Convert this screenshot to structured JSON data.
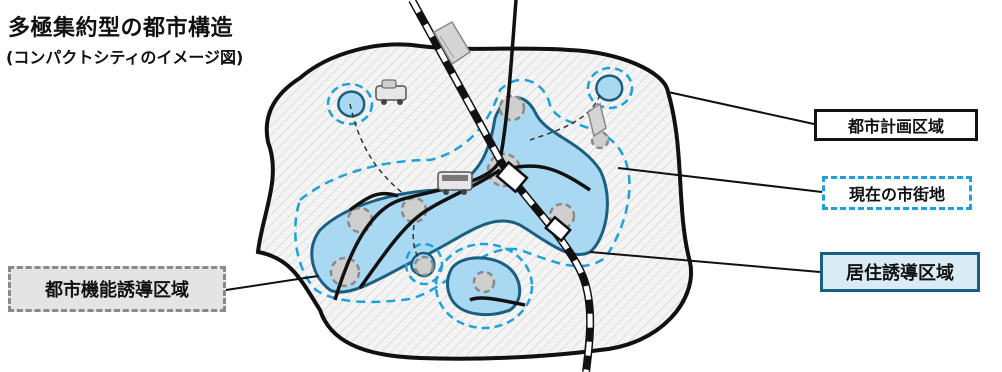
{
  "title": "多極集約型の都市構造",
  "subtitle": "(コンパクトシティのイメージ図)",
  "labels": {
    "planning_area": "都市計画区域",
    "current_urban": "現在の市街地",
    "urban_function_area": "都市機能誘導区域",
    "residential_area": "居住誘導区域"
  },
  "colors": {
    "planning_border": "#111111",
    "current_urban_border": "#1ba1dc",
    "urban_function_fill": "#e4e4e4",
    "urban_function_border": "#8a8a8a",
    "residential_fill": "#a9d8f2",
    "residential_border": "#1b5f80"
  },
  "icons": [
    "bus-icon",
    "car-icon",
    "building-icon",
    "train-station-icon"
  ]
}
